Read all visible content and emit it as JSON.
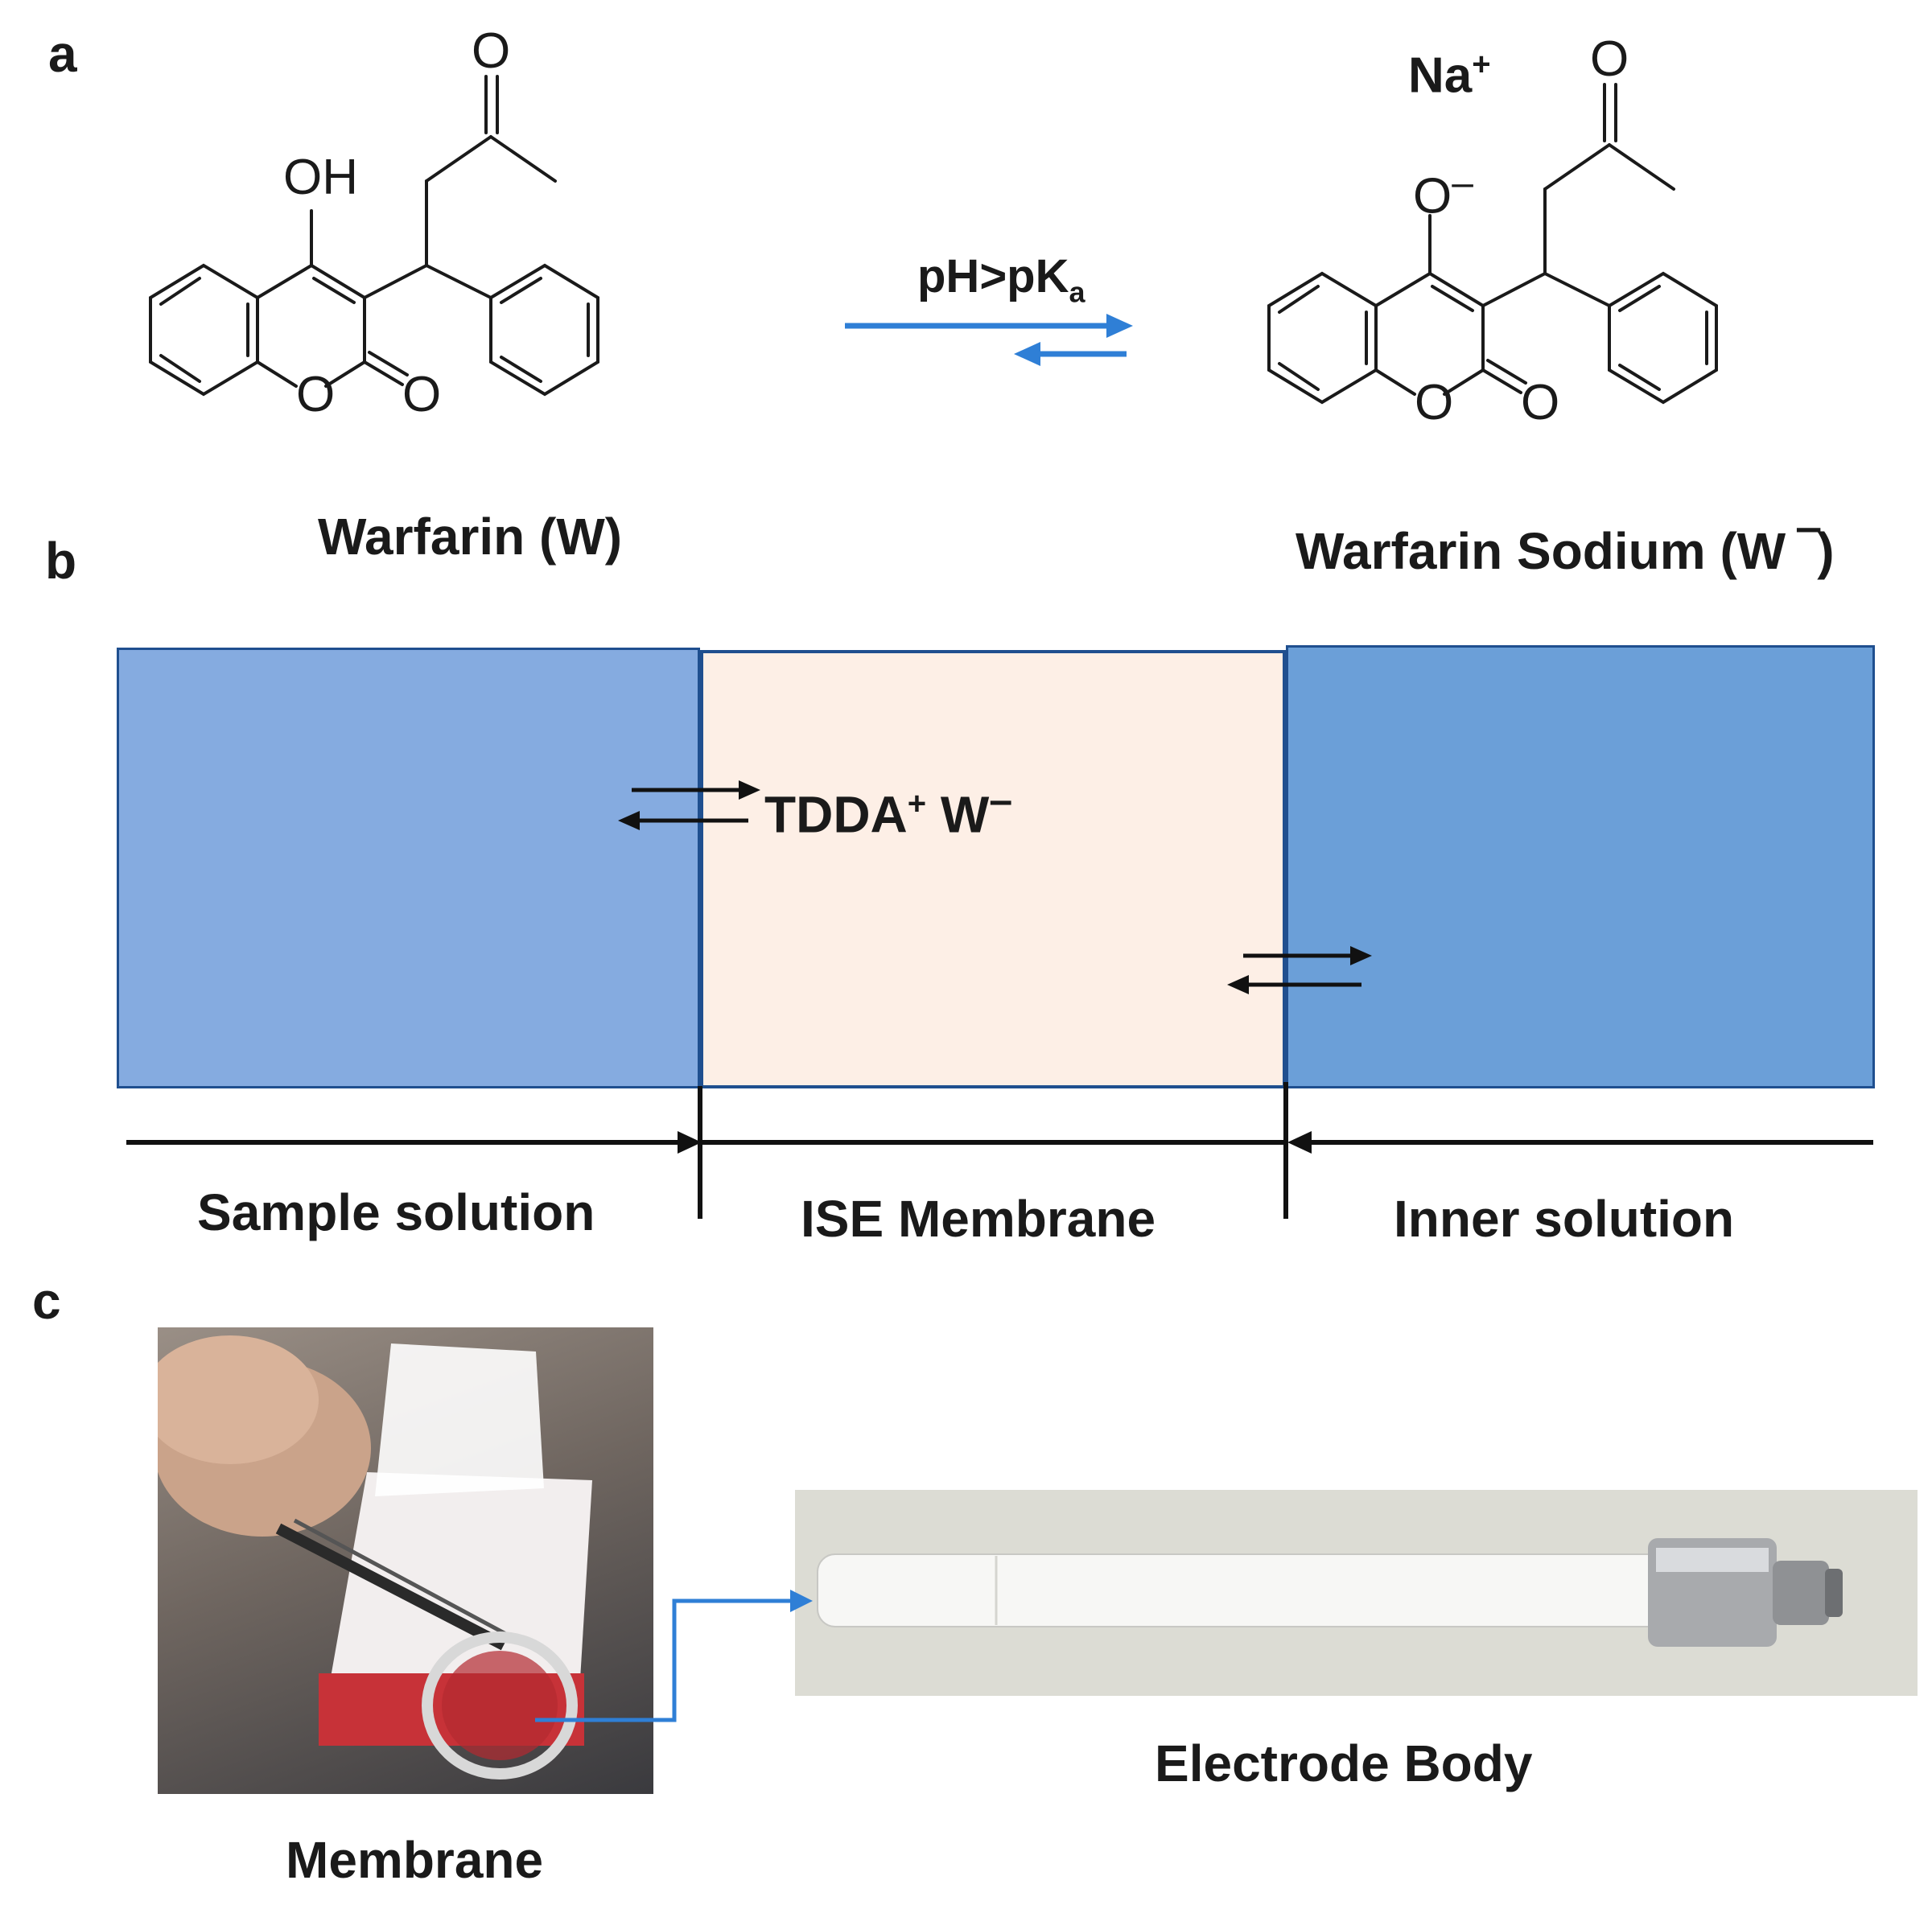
{
  "panels": {
    "a": "a",
    "b": "b",
    "c": "c"
  },
  "reaction": {
    "reactant_name": "Warfarin (W)",
    "product_name": "Warfarin Sodium (W ‾)",
    "condition_main": "pH>pK",
    "condition_sub": "a",
    "reactant_oh": "OH",
    "product_o": "O",
    "product_o_charge": "–",
    "counter_ion": "Na",
    "counter_ion_charge": "+",
    "ring_oxygen": "O",
    "carbonyl_oxygen": "O",
    "ketone_oxygen": "O",
    "arrow_color": "#2f7fd6"
  },
  "membrane_scheme": {
    "complex_main": "TDDA",
    "complex_charge": "+",
    "complex_anion": " W",
    "complex_anion_charge": "–",
    "regions": [
      "Sample solution",
      "ISE Membrane",
      "Inner solution"
    ],
    "colors": {
      "sample": "#85abe0",
      "membrane": "#fdefe6",
      "inner": "#6b9fd8",
      "border": "#1f4f8f"
    }
  },
  "photos": {
    "membrane_caption": "Membrane",
    "electrode_caption": "Electrode Body",
    "link_color": "#2f7fd6"
  }
}
